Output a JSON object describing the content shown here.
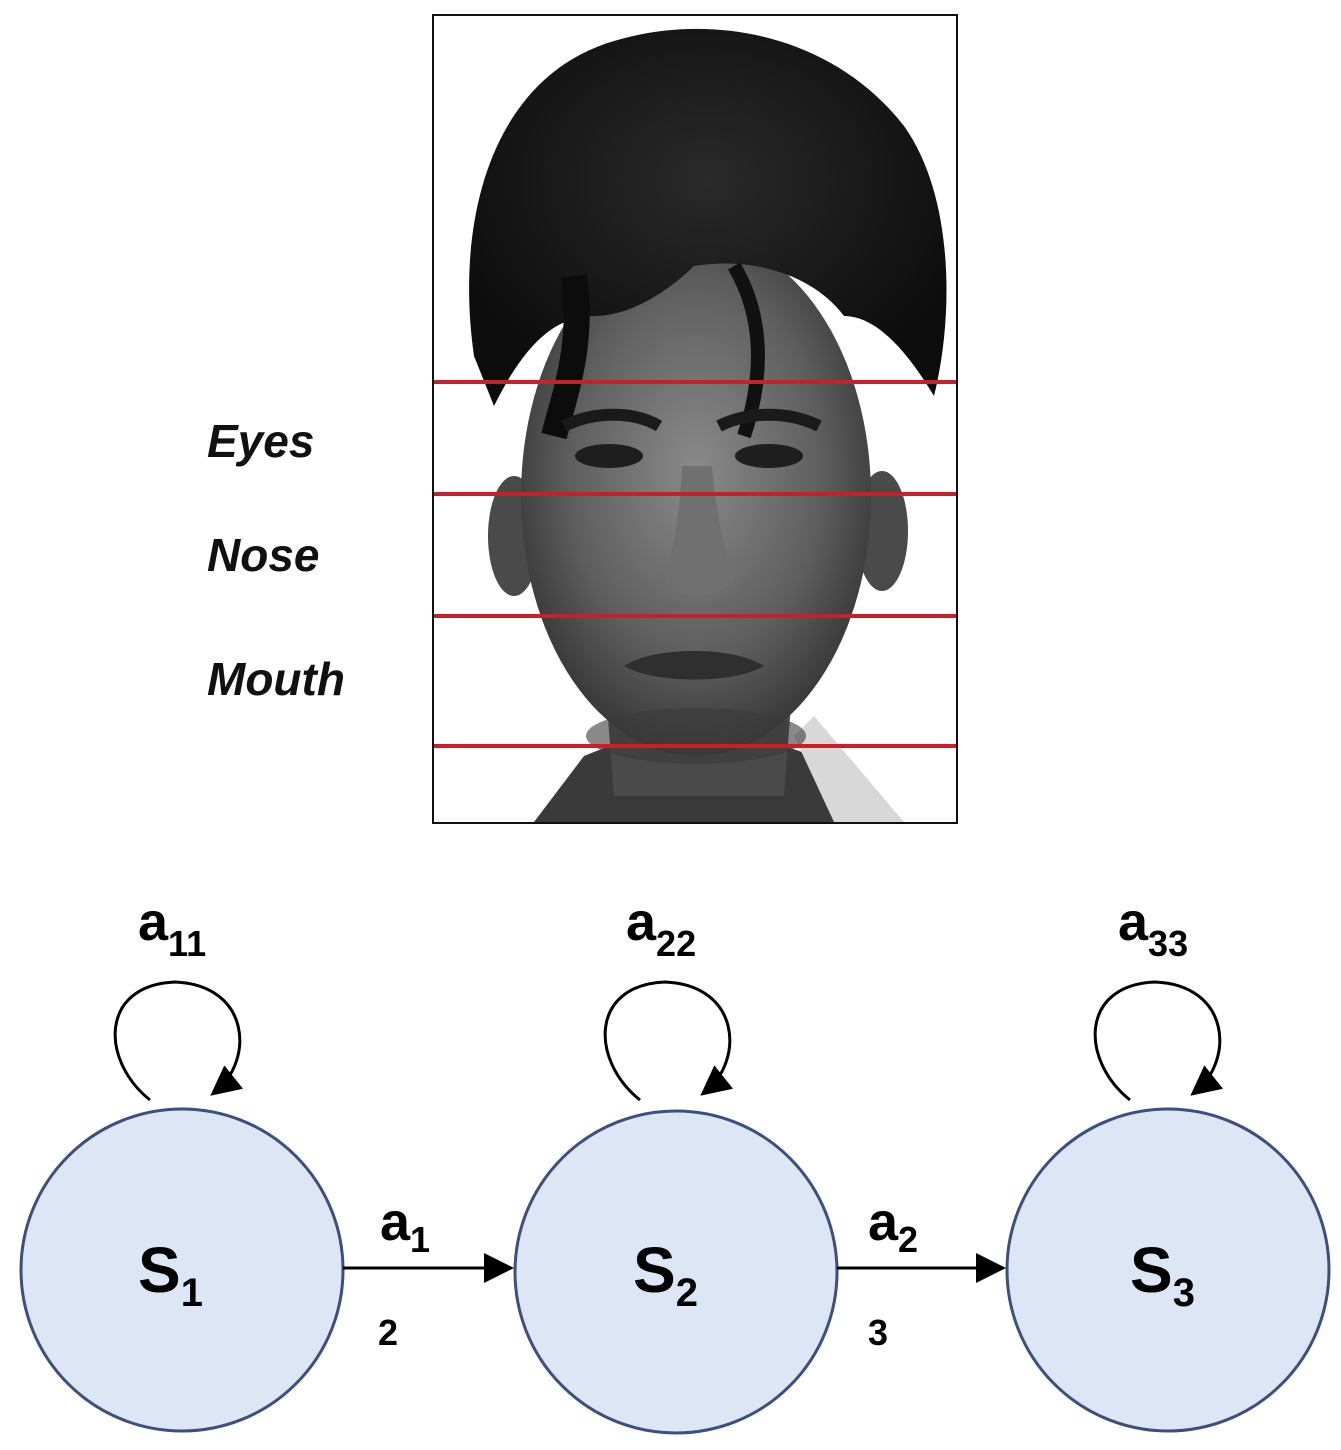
{
  "face_panel": {
    "regions": [
      {
        "label": "Eyes"
      },
      {
        "label": "Nose"
      },
      {
        "label": "Mouth"
      }
    ],
    "line_color": "#c8202a"
  },
  "hmm": {
    "states": [
      {
        "name": "S",
        "sub": "1",
        "self_loop": {
          "name": "a",
          "sub": "11"
        }
      },
      {
        "name": "S",
        "sub": "2",
        "self_loop": {
          "name": "a",
          "sub": "22"
        }
      },
      {
        "name": "S",
        "sub": "3",
        "self_loop": {
          "name": "a",
          "sub": "33"
        }
      }
    ],
    "transitions": [
      {
        "name": "a",
        "sub": "1",
        "bottom_label": "2"
      },
      {
        "name": "a",
        "sub": "2",
        "bottom_label": "3"
      }
    ],
    "node_fill": "#dce6f5",
    "node_stroke": "#3d4f7c"
  }
}
